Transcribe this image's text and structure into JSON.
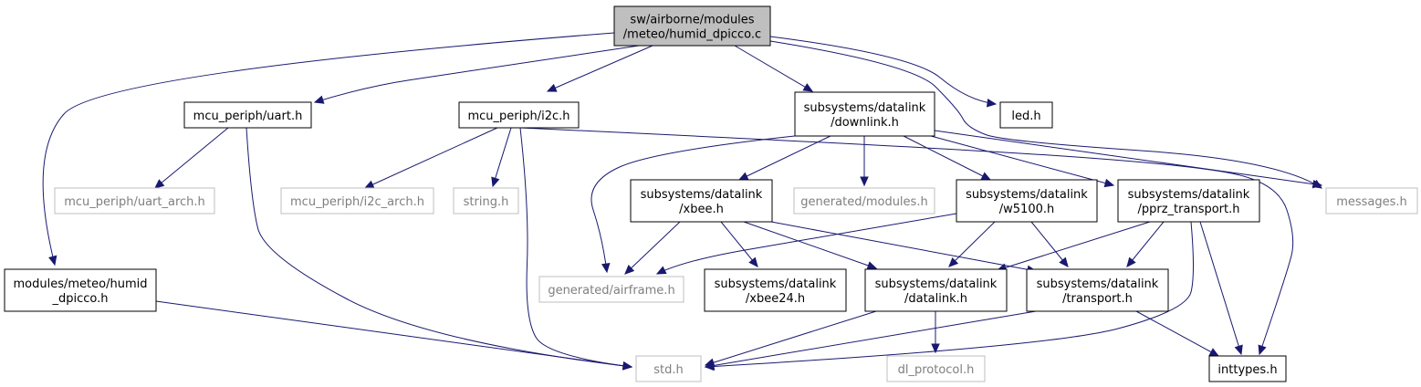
{
  "graph": {
    "nodes": {
      "root": {
        "lines": [
          "sw/airborne/modules",
          "/meteo/humid_dpicco.c"
        ],
        "style": "root"
      },
      "uart": {
        "lines": [
          "mcu_periph/uart.h"
        ],
        "style": "black"
      },
      "i2c": {
        "lines": [
          "mcu_periph/i2c.h"
        ],
        "style": "black"
      },
      "downlink": {
        "lines": [
          "subsystems/datalink",
          "/downlink.h"
        ],
        "style": "black"
      },
      "led": {
        "lines": [
          "led.h"
        ],
        "style": "black"
      },
      "uart_arch": {
        "lines": [
          "mcu_periph/uart_arch.h"
        ],
        "style": "grey"
      },
      "i2c_arch": {
        "lines": [
          "mcu_periph/i2c_arch.h"
        ],
        "style": "grey"
      },
      "string": {
        "lines": [
          "string.h"
        ],
        "style": "grey"
      },
      "xbee": {
        "lines": [
          "subsystems/datalink",
          "/xbee.h"
        ],
        "style": "black"
      },
      "gen_modules": {
        "lines": [
          "generated/modules.h"
        ],
        "style": "grey"
      },
      "w5100": {
        "lines": [
          "subsystems/datalink",
          "/w5100.h"
        ],
        "style": "black"
      },
      "pprz": {
        "lines": [
          "subsystems/datalink",
          "/pprz_transport.h"
        ],
        "style": "black"
      },
      "messages": {
        "lines": [
          "messages.h"
        ],
        "style": "grey"
      },
      "humid": {
        "lines": [
          "modules/meteo/humid",
          "_dpicco.h"
        ],
        "style": "black"
      },
      "gen_airframe": {
        "lines": [
          "generated/airframe.h"
        ],
        "style": "grey"
      },
      "xbee24": {
        "lines": [
          "subsystems/datalink",
          "/xbee24.h"
        ],
        "style": "black"
      },
      "datalink": {
        "lines": [
          "subsystems/datalink",
          "/datalink.h"
        ],
        "style": "black"
      },
      "transport": {
        "lines": [
          "subsystems/datalink",
          "/transport.h"
        ],
        "style": "black"
      },
      "std": {
        "lines": [
          "std.h"
        ],
        "style": "grey"
      },
      "dl_protocol": {
        "lines": [
          "dl_protocol.h"
        ],
        "style": "grey"
      },
      "inttypes": {
        "lines": [
          "inttypes.h"
        ],
        "style": "black"
      }
    },
    "edges": [
      [
        "root",
        "humid"
      ],
      [
        "root",
        "uart"
      ],
      [
        "root",
        "i2c"
      ],
      [
        "root",
        "downlink"
      ],
      [
        "root",
        "led"
      ],
      [
        "root",
        "messages"
      ],
      [
        "uart",
        "uart_arch"
      ],
      [
        "uart",
        "std"
      ],
      [
        "i2c",
        "i2c_arch"
      ],
      [
        "i2c",
        "string"
      ],
      [
        "i2c",
        "std"
      ],
      [
        "i2c",
        "inttypes"
      ],
      [
        "downlink",
        "gen_airframe"
      ],
      [
        "downlink",
        "xbee"
      ],
      [
        "downlink",
        "gen_modules"
      ],
      [
        "downlink",
        "w5100"
      ],
      [
        "downlink",
        "pprz"
      ],
      [
        "downlink",
        "messages"
      ],
      [
        "xbee",
        "gen_airframe"
      ],
      [
        "xbee",
        "xbee24"
      ],
      [
        "xbee",
        "datalink"
      ],
      [
        "xbee",
        "transport"
      ],
      [
        "w5100",
        "gen_airframe"
      ],
      [
        "w5100",
        "datalink"
      ],
      [
        "w5100",
        "transport"
      ],
      [
        "pprz",
        "datalink"
      ],
      [
        "pprz",
        "transport"
      ],
      [
        "pprz",
        "std"
      ],
      [
        "pprz",
        "inttypes"
      ],
      [
        "humid",
        "std"
      ],
      [
        "datalink",
        "std"
      ],
      [
        "datalink",
        "dl_protocol"
      ],
      [
        "transport",
        "std"
      ],
      [
        "transport",
        "inttypes"
      ]
    ]
  }
}
